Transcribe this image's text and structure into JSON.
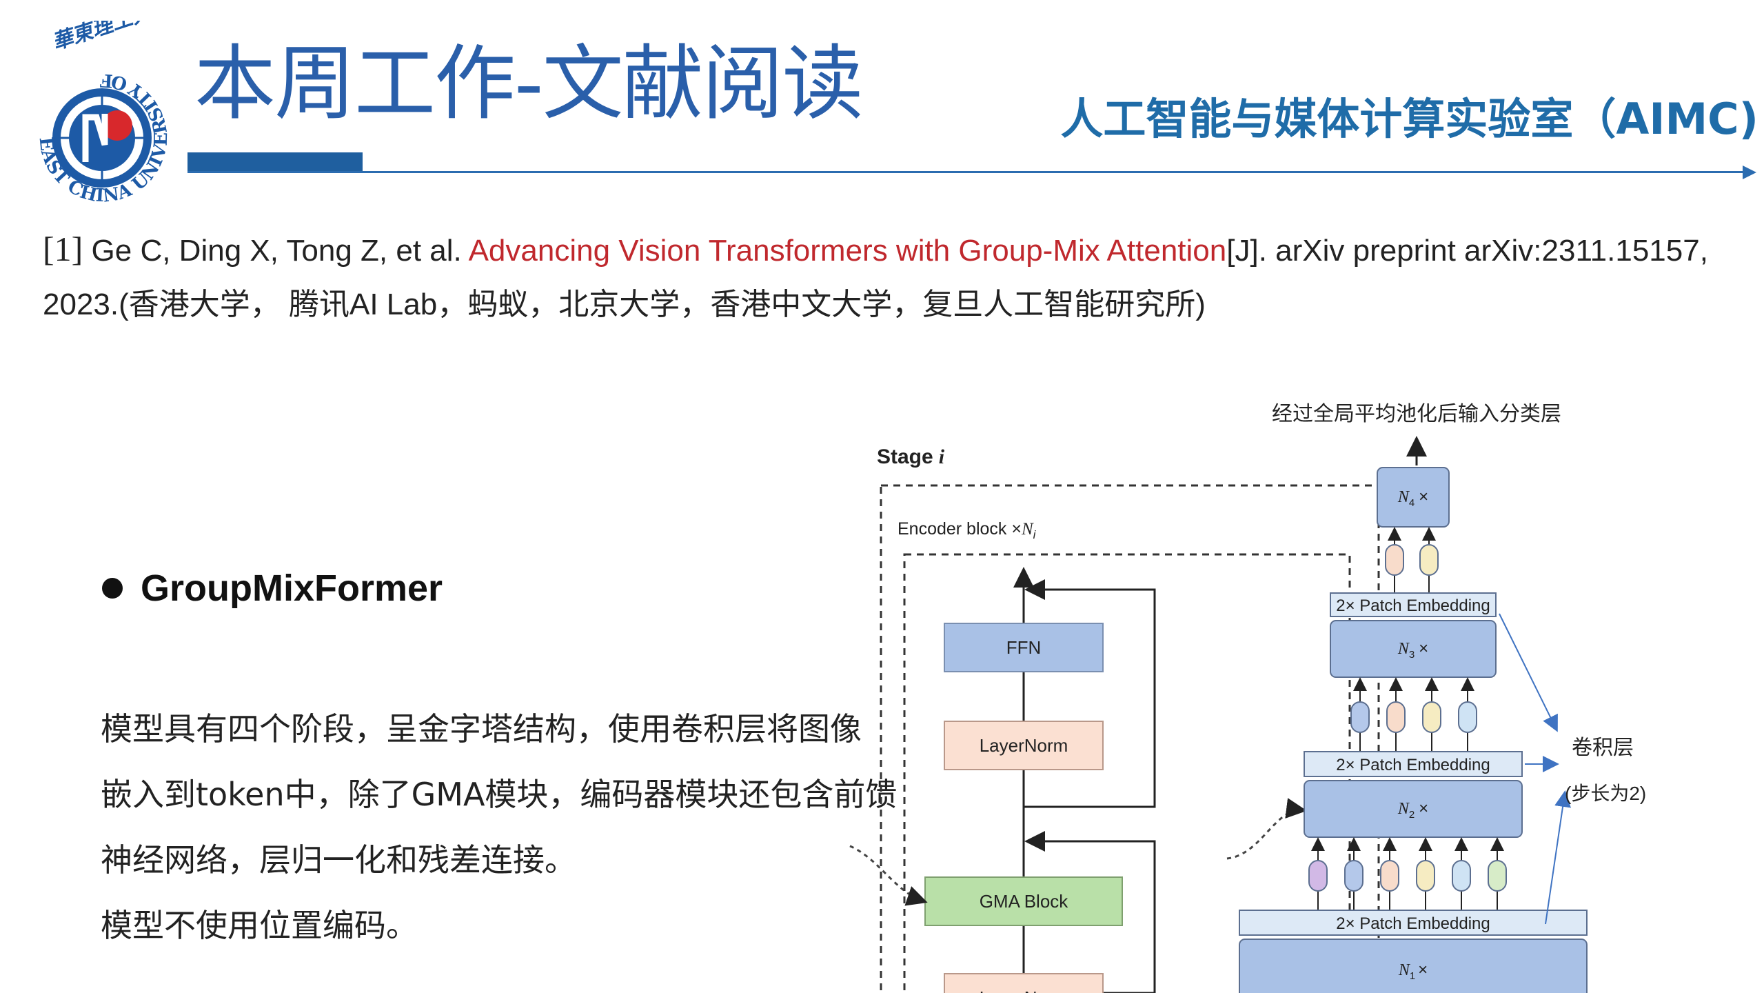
{
  "header": {
    "title": "本周工作-文献阅读",
    "lab_name": "人工智能与媒体计算实验室（AIMC)",
    "logo": {
      "top_text": "華東理工大學",
      "ring_text": "EAST CHINA UNIVERSITY OF SCIENCE AND TECHNOLOGY"
    }
  },
  "reference": {
    "number": "[1]",
    "authors": " Ge C, Ding X, Tong Z, et al. ",
    "paper_title": "Advancing Vision Transformers with Group-Mix Attention",
    "rest": "[J]. arXiv preprint arXiv:2311.15157, 2023.(香港大学， 腾讯AI Lab，蚂蚁，北京大学，香港中文大学，复旦人工智能研究所)"
  },
  "bullet": {
    "label": "GroupMixFormer"
  },
  "description": [
    "模型具有四个阶段，呈金字塔结构，使用卷积层将图像",
    "嵌入到token中，除了GMA模块，编码器模块还包含前馈",
    "神经网络，层归一化和残差连接。",
    "模型不使用位置编码。"
  ],
  "diagram": {
    "stage_label": "Stage",
    "stage_var": "i",
    "encoder_label": "Encoder block  ×",
    "encoder_var": "N",
    "encoder_sub": "i",
    "blocks": {
      "ffn": "FFN",
      "layernorm": "LayerNorm",
      "gma": "GMA Block",
      "layernorm2": "LayerNorm"
    },
    "pyramid": {
      "top_caption": "经过全局平均池化后输入分类层",
      "n4": "4",
      "n3": "3",
      "n2": "2",
      "n1": "1",
      "n_letter": "N",
      "times": "×",
      "patch_embedding": "2× Patch Embedding"
    },
    "conv_label": "卷积层",
    "conv_stride": "(步长为2)",
    "colors": {
      "block_blue": "#a9c1e6",
      "block_peach": "#fbe0d2",
      "block_green": "#b9e0a8",
      "patch_bg": "#dde9f6",
      "token_purple": "#d2b9e6",
      "token_blue": "#b4c8ea",
      "token_peach": "#f8dccb",
      "token_yellow": "#f6ecc2",
      "token_lightblue": "#cfe3f4",
      "token_green": "#d7ecc8"
    }
  }
}
